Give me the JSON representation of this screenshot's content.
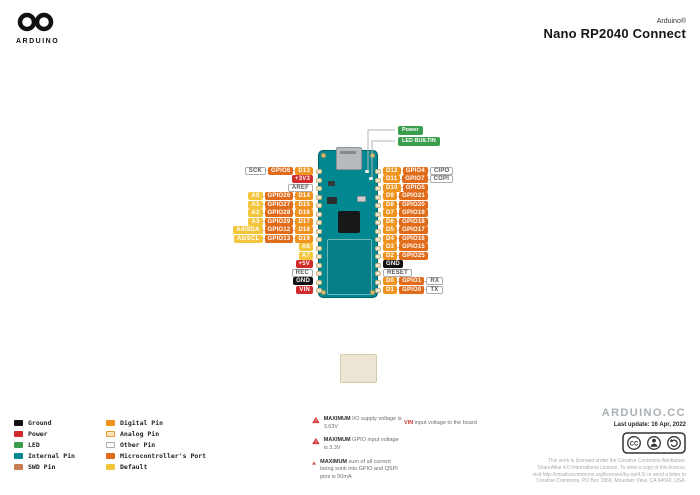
{
  "header": {
    "brand": "ARDUINO",
    "title_small": "Arduino®",
    "title_main": "Nano RP2040 Connect"
  },
  "colors": {
    "digital": "#F0931E",
    "port": "#E06B1A",
    "default": "#F2C53C",
    "analog": "#FDE3B9",
    "power": "#D22B2B",
    "ground": "#111111",
    "led": "#3B9E4E",
    "internal": "#00878F",
    "swd": "#C77D4F",
    "other": "#FFFFFF"
  },
  "callouts": {
    "power": "Power",
    "led_builtin": "LED BUILTIN"
  },
  "pins": {
    "left": [
      {
        "chips": [
          {
            "label": "SCK",
            "type": "other"
          },
          {
            "label": "GPIO6",
            "type": "port"
          },
          {
            "label": "D13",
            "type": "digital"
          }
        ]
      },
      {
        "chips": [
          {
            "label": "+3V3",
            "type": "power"
          }
        ]
      },
      {
        "chips": [
          {
            "label": "AREF",
            "type": "other"
          }
        ]
      },
      {
        "chips": [
          {
            "label": "A0",
            "type": "default"
          },
          {
            "label": "GPIO26",
            "type": "port"
          },
          {
            "label": "D14",
            "type": "digital"
          }
        ]
      },
      {
        "chips": [
          {
            "label": "A1",
            "type": "default"
          },
          {
            "label": "GPIO27",
            "type": "port"
          },
          {
            "label": "D15",
            "type": "digital"
          }
        ]
      },
      {
        "chips": [
          {
            "label": "A2",
            "type": "default"
          },
          {
            "label": "GPIO28",
            "type": "port"
          },
          {
            "label": "D16",
            "type": "digital"
          }
        ]
      },
      {
        "chips": [
          {
            "label": "A3",
            "type": "default"
          },
          {
            "label": "GPIO29",
            "type": "port"
          },
          {
            "label": "D17",
            "type": "digital"
          }
        ]
      },
      {
        "chips": [
          {
            "label": "A4/SDA",
            "type": "default"
          },
          {
            "label": "GPIO12",
            "type": "port"
          },
          {
            "label": "D18",
            "type": "digital"
          }
        ]
      },
      {
        "chips": [
          {
            "label": "A5/SCL",
            "type": "default"
          },
          {
            "label": "GPIO13",
            "type": "port"
          },
          {
            "label": "D19",
            "type": "digital"
          }
        ]
      },
      {
        "chips": [
          {
            "label": "A6",
            "type": "default"
          }
        ]
      },
      {
        "chips": [
          {
            "label": "A7",
            "type": "default"
          }
        ]
      },
      {
        "chips": [
          {
            "label": "+5V",
            "type": "power"
          }
        ]
      },
      {
        "chips": [
          {
            "label": "REC",
            "type": "other"
          }
        ]
      },
      {
        "chips": [
          {
            "label": "GND",
            "type": "ground"
          }
        ]
      },
      {
        "chips": [
          {
            "label": "VIN",
            "type": "power"
          }
        ]
      }
    ],
    "right": [
      {
        "chips": [
          {
            "label": "D12",
            "type": "digital"
          },
          {
            "label": "GPIO4",
            "type": "port"
          },
          {
            "label": "CIPO",
            "type": "other"
          }
        ]
      },
      {
        "chips": [
          {
            "label": "D11",
            "type": "digital"
          },
          {
            "label": "GPIO7",
            "type": "port"
          },
          {
            "label": "COPI",
            "type": "other"
          }
        ]
      },
      {
        "chips": [
          {
            "label": "D10",
            "type": "digital"
          },
          {
            "label": "GPIO5",
            "type": "port"
          }
        ]
      },
      {
        "chips": [
          {
            "label": "D9",
            "type": "digital"
          },
          {
            "label": "GPIO21",
            "type": "port"
          }
        ]
      },
      {
        "chips": [
          {
            "label": "D8",
            "type": "digital"
          },
          {
            "label": "GPIO20",
            "type": "port"
          }
        ]
      },
      {
        "chips": [
          {
            "label": "D7",
            "type": "digital"
          },
          {
            "label": "GPIO19",
            "type": "port"
          }
        ]
      },
      {
        "chips": [
          {
            "label": "D6",
            "type": "digital"
          },
          {
            "label": "GPIO18",
            "type": "port"
          }
        ]
      },
      {
        "chips": [
          {
            "label": "D5",
            "type": "digital"
          },
          {
            "label": "GPIO17",
            "type": "port"
          }
        ]
      },
      {
        "chips": [
          {
            "label": "D4",
            "type": "digital"
          },
          {
            "label": "GPIO16",
            "type": "port"
          }
        ]
      },
      {
        "chips": [
          {
            "label": "D3",
            "type": "digital"
          },
          {
            "label": "GPIO15",
            "type": "port"
          }
        ]
      },
      {
        "chips": [
          {
            "label": "D2",
            "type": "digital"
          },
          {
            "label": "GPIO25",
            "type": "port"
          }
        ]
      },
      {
        "chips": [
          {
            "label": "GND",
            "type": "ground"
          }
        ]
      },
      {
        "chips": [
          {
            "label": "RESET",
            "type": "other"
          }
        ]
      },
      {
        "chips": [
          {
            "label": "D0",
            "type": "digital"
          },
          {
            "label": "GPIO1",
            "type": "port"
          },
          {
            "label": "RX",
            "type": "other"
          }
        ]
      },
      {
        "chips": [
          {
            "label": "D1",
            "type": "digital"
          },
          {
            "label": "GPIO0",
            "type": "port"
          },
          {
            "label": "TX",
            "type": "other"
          }
        ]
      }
    ]
  },
  "legend": {
    "columns": [
      {
        "items": [
          {
            "label": "Ground",
            "type": "ground"
          },
          {
            "label": "Power",
            "type": "power"
          },
          {
            "label": "LED",
            "type": "led"
          },
          {
            "label": "Internal Pin",
            "type": "internal"
          },
          {
            "label": "SWD Pin",
            "type": "swd"
          }
        ]
      },
      {
        "items": [
          {
            "label": "Digital Pin",
            "type": "digital"
          },
          {
            "label": "Analog Pin",
            "type": "analog"
          },
          {
            "label": "Other Pin",
            "type": "other"
          },
          {
            "label": "Microcontroller's Port",
            "type": "port"
          },
          {
            "label": "Default",
            "type": "default"
          }
        ]
      }
    ]
  },
  "notes": [
    {
      "prefix": "MAXIMUM",
      "text": " I/O supply voltage is 3.63V"
    },
    {
      "prefix": "MAXIMUM",
      "text": " GPIO input voltage is 3.3V"
    },
    {
      "prefix": "MAXIMUM",
      "text": " sum of all current being sunk into GPIO and QSPI pins is 50mA"
    }
  ],
  "vin_note": {
    "prefix": "VIN",
    "text": " input voltage to the board"
  },
  "footer": {
    "site": "ARDUINO.CC",
    "last_update": "Last update: 16 Apr, 2022",
    "license": "This work is licensed under the Creative Commons Attribution-ShareAlike 4.0 International License. To view a copy of this license, visit http://creativecommons.org/licenses/by-sa/4.0/ or send a letter to Creative Commons, PO Box 1866, Mountain View, CA 94042, USA."
  }
}
